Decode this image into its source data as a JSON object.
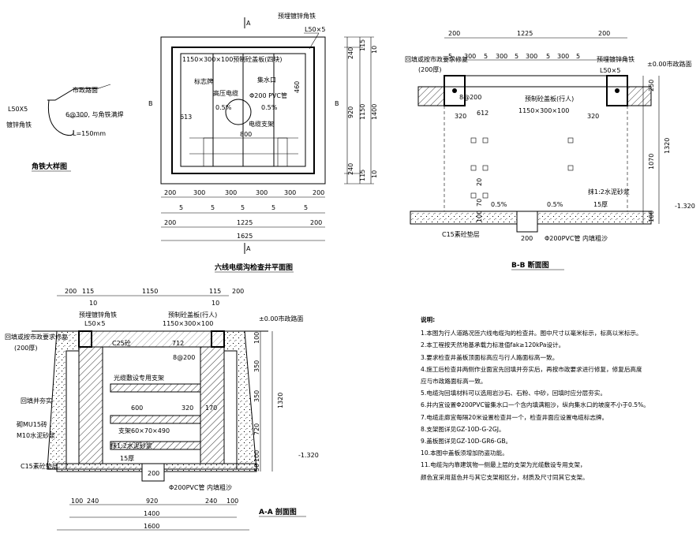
{
  "angle_detail": {
    "title": "角铁大样图",
    "road_label": "市政路面",
    "angle_size": "L50X5",
    "embed_label": "镀锌角铁",
    "rebar_label": "6@300, 与角铁满焊",
    "length_label": "L=150mm"
  },
  "plan": {
    "title": "六线电缆沟检查井平面图",
    "section_a": "A",
    "section_b": "B",
    "top_label": "预埋镀锌角铁",
    "top_angle": "L50×5",
    "slab_label": "1150×300×100预制砼盖板(四块)",
    "sign_label": "标志牌",
    "hv_label": "高压电缆",
    "sump_label": "集水口",
    "pvc_label": "Φ200 PVC管",
    "slope_left": "0.5%",
    "slope_right": "0.5%",
    "bracket_label": "电缆支架",
    "dim_613": "613",
    "dim_800": "800",
    "dim_460": "460",
    "right_dims": [
      "240",
      "115",
      "10",
      "920",
      "1150",
      "1400",
      "240",
      "115",
      "10"
    ],
    "bottom_row1": [
      "200",
      "300",
      "300",
      "300",
      "300",
      "200"
    ],
    "bottom_row2": [
      "5",
      "5",
      "5",
      "5",
      "5"
    ],
    "bottom_row3": [
      "200",
      "1225",
      "200"
    ],
    "total": "1625"
  },
  "section_bb": {
    "title": "B-B 断面图",
    "top_dims": [
      "200",
      "1225",
      "200"
    ],
    "slab_row": [
      "5",
      "300",
      "5",
      "300",
      "5",
      "300",
      "5",
      "300",
      "5"
    ],
    "road_left": "回填或按市政要求修复",
    "road_left2": "(200厚)",
    "embed_label": "预埋镀锌角铁",
    "angle_label": "L50×5",
    "level_label": "±0.00市政路面",
    "rebar_label": "8@200",
    "slab_label": "预制砼盖板(行人)",
    "slab_size": "1150×300×100",
    "dim_320a": "320",
    "dim_612": "612",
    "dim_320b": "320",
    "dim_250": "250",
    "dim_1320": "1320",
    "dim_1070": "1070",
    "dim_70": "70",
    "dim_20": "20",
    "dim_100a": "100",
    "dim_100b": "100",
    "slope_left": "0.5%",
    "slope_right": "0.5%",
    "mortar_label": "抹1:2水泥砂浆",
    "mortar_thick": "15厚",
    "bed_label": "C15素砼垫层",
    "dim_200": "200",
    "pipe_label": "Φ200PVC管 内填粗沙",
    "bottom_level": "-1.320"
  },
  "section_aa": {
    "title": "A-A 剖面图",
    "top_dims": [
      "200",
      "115",
      "1150",
      "115",
      "200"
    ],
    "top_dims2": [
      "10",
      "10"
    ],
    "embed_label": "预埋镀锌角铁",
    "angle_label": "L50×5",
    "slab_label": "预制砼盖板(行人)",
    "slab_size": "1150×300×100",
    "level_label": "±0.00市政路面",
    "road_left": "回填或按市政要求修复",
    "road_left2": "(200厚)",
    "c25_label": "C25砼",
    "dim_712": "712",
    "rebar_label": "8@200",
    "fiber_label": "光缆敷设专用支架",
    "backfill_label": "回填并夯实",
    "brick_label": "砌MU15砖",
    "mortar_m10": "M10水泥砂浆",
    "dim_600": "600",
    "dim_320": "320",
    "dim_170": "170",
    "bracket_label": "支架60×70×490",
    "mortar_label": "抹1:2水泥砂浆",
    "mortar_thick": "15厚",
    "bed_label": "C15素砼垫层",
    "dim_200": "200",
    "pipe_label": "Φ200PVC管 内填粗沙",
    "right_dims": [
      "100",
      "350",
      "1320",
      "350",
      "720",
      "100",
      "50"
    ],
    "bottom_level": "-1.320",
    "bottom_row1": [
      "100",
      "240",
      "920",
      "240",
      "100"
    ],
    "bottom_row2": "1400",
    "bottom_total": "1600"
  },
  "notes": {
    "title": "说明:",
    "items": [
      "1.本图为行人道路况匝六线电缆沟的检查井。图中尺寸以毫米标示，标高以米标示。",
      "2.本工程按天然地基承载力标准值fak≥120kPa设计。",
      "3.要求检查井盖板顶面标高应与行人路面标高一致。",
      "4.施工后检查井两侧作业面宜先回填并夯实后，再按市政要求进行修复，修复后高度",
      "   应与市政路面标高一致。",
      "5.电缆沟回填材料可以选用岩沙石、石粉、中砂，回填时应分层夯实。",
      "6.井内宜设置Φ200PVC管集水口一个含内填满粗沙，纵向集水口的坡度不小于0.5%。",
      "7.电缆走廊宜每隔20米设置检查井一个，检查井面应设置电缆标志牌。",
      "8.支架图详见GZ-10D-G-2GJ。",
      "9.盖板图详见GZ-10D-GR6-GB。",
      "10.本图中盖板须增加防盗功能。",
      "11.电缆沟内靠建筑物一侧最上层的支架为光缆敷设专用支架，",
      "   颜色宜采用蓝色并与其它支架相区分，材质及尺寸同其它支架。"
    ]
  }
}
